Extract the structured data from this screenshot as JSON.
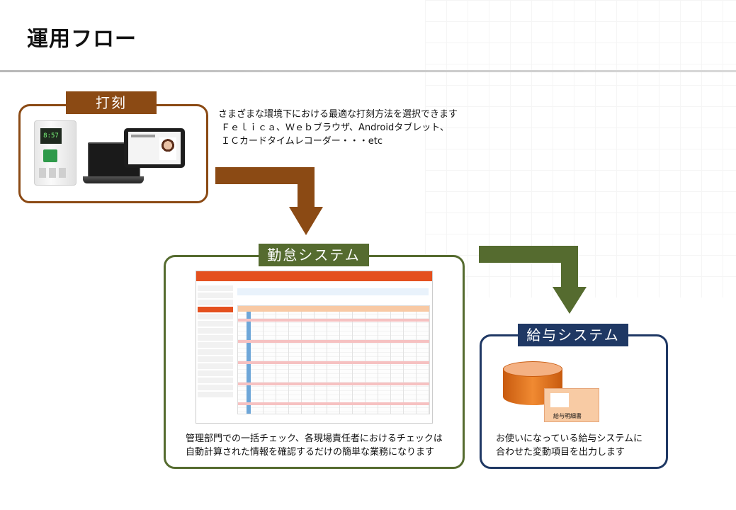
{
  "page": {
    "title": "運用フロー"
  },
  "stamp": {
    "label": "打刻",
    "terminal_time": "8:57",
    "desc_lines": [
      "さまざまな環境下における最適な打刻方法を選択できます",
      "Ｆｅｌｉｃａ、Ｗｅｂブラウザ、Androidタブレット、",
      "ＩＣカードタイムレコーダー・・・etc"
    ]
  },
  "attendance": {
    "label": "勤怠システム",
    "desc_lines": [
      "管理部門での一括チェック、各現場責任者におけるチェックは",
      "自動計算された情報を確認するだけの簡単な業務になります"
    ]
  },
  "payroll": {
    "label": "給与システム",
    "slip_text": "給与明細書",
    "desc_lines": [
      "お使いになっている給与システムに",
      "合わせた変動項目を出力します"
    ]
  },
  "colors": {
    "stamp": "#8b4a14",
    "attendance": "#556b2f",
    "payroll": "#1f3864",
    "app_accent": "#e4501e"
  }
}
